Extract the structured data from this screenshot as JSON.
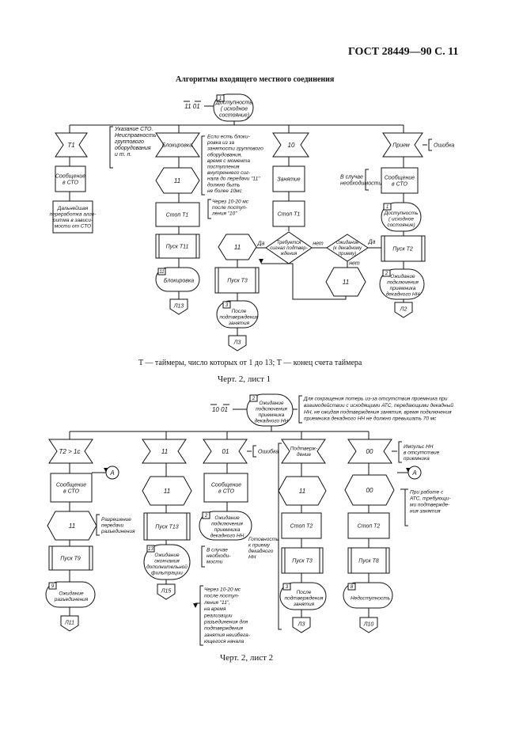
{
  "header": {
    "title": "ГОСТ 28449—90  С.  11",
    "section_title": "Алгоритмы входящего местного соединения",
    "legend_note_1": "T — таймеры, число которых от 1 до 13;",
    "legend_note_2": "T — конец счета таймера",
    "caption_sheet1": "Черт.  2, лист 1",
    "caption_sheet2": "Черт.  2, лист 2"
  },
  "sheet1": {
    "top_signals": "11  01",
    "state1_num": "1",
    "state1": [
      "Доступность",
      "( исходное",
      "состояние)"
    ],
    "col1_input": "T1",
    "col1_msg": [
      "Сообщение",
      "в СТО"
    ],
    "col1_task": [
      "Дальнейшая",
      "переработка алго-",
      "ритма в зависи-",
      "мости от СТО"
    ],
    "col1_note": [
      "Указание СТО.",
      "Неисправность",
      "группового",
      "оборудования",
      "и т. п."
    ],
    "col2_input": "Блокировка",
    "col2_out1": "11",
    "col2_stop": "Стоп Т1",
    "col2_start": "Пуск Т11",
    "col2_state_num": "11",
    "col2_state": "Блокировка",
    "col2_conn": "Л13",
    "col2_note": [
      "Если есть блоки-",
      "ровка из за",
      "занятости группового",
      "оборудования,",
      "время с момента",
      "поступления",
      "внутреннего сиг-",
      "нала до передачи \"11\"",
      "должно быть",
      "не более  10мс"
    ],
    "col2_note2": [
      "Через 10-20 мс",
      "после поступ-",
      "ления \"10\""
    ],
    "col3_input": "10",
    "col3_task": "Занятие",
    "col3_stop": "Стоп Т1",
    "dec1": [
      "Требуется",
      "сигнал подтвер-",
      "ждения"
    ],
    "dec1_yes": "Да",
    "dec1_no": "нет",
    "dec2": [
      "Ожидание",
      "(к декадному",
      "приему)"
    ],
    "dec2_yes": "Да",
    "dec2_no": "нет",
    "col3_out11a": "11",
    "col3_start": "Пуск Т3",
    "col3_state_num": "3",
    "col3_state": [
      "После",
      "подтверждения",
      "занятия"
    ],
    "col3_conn": "Л3",
    "col3_out11b": "11",
    "col4_input": "Прием",
    "col4_err": "Ошибка",
    "col4_msg": [
      "Сообщение",
      "в СТО"
    ],
    "col4_note": [
      "В случае",
      "необходимости"
    ],
    "col4_state1_num": "1",
    "col4_state1": [
      "Доступность",
      "( исходное",
      "состояние)"
    ],
    "col4_start": "Пуск Т2",
    "col4_state2_num": "2",
    "col4_state2": [
      "Ожидание",
      "подключения",
      "приемника",
      "декадного НН"
    ],
    "col4_conn": "Л2"
  },
  "sheet2": {
    "top_signals": "10  01",
    "state_num": "2",
    "state": [
      "Ожидание",
      "подключения",
      "приемника",
      "декадного НН"
    ],
    "top_note": [
      "Для сокращения потерь из-за отсутствия приемника при",
      "взаимодействии с исходящими АТС, передающими декадный",
      "НН, не ожидая подтверждения занятия, время подключения",
      "приемника декадного НН не должно превышать 70 мс"
    ],
    "c1_input": "T2 > 1c",
    "c1_msg": [
      "Сообщение",
      "в СТО"
    ],
    "c1_out": "11",
    "c1_note": [
      "Разрешение",
      "передачи",
      "разъединения"
    ],
    "c1_start": "Пуск Т9",
    "c1_state_num": "9",
    "c1_state": [
      "Ожидание",
      "разъединения"
    ],
    "c1_conn": "Л11",
    "c2_input": "11",
    "c2_out": "11",
    "c2_start": "Пуск Т13",
    "c2_state_num": "13",
    "c2_state": [
      "Ожидание",
      "окончания",
      "дополнительной",
      "фильтрации"
    ],
    "c2_conn": "Л15",
    "c3_input": "01",
    "c3_err": "Ошибка",
    "c3_msg": [
      "Сообщение",
      "в СТО"
    ],
    "c3_state_num": "2",
    "c3_state": [
      "Ожидание",
      "подключения",
      "приемника",
      "декадного НН"
    ],
    "c3_note1": [
      "В случае",
      "необходи-",
      "мости"
    ],
    "c3_note2": [
      "Через 10-20 мс",
      "после поступ-",
      "ления \"11\",",
      "на время",
      "реализации",
      "разъединения для",
      "подтверждения",
      "занятия неизбега-",
      "ющегося начала"
    ],
    "c4_input": [
      "Подтверж-",
      "дение"
    ],
    "c4_out": "11",
    "c4_stop": "Стоп Т2",
    "c4_start": "Пуск Т3",
    "c4_state_num": "3",
    "c4_state": [
      "После",
      "подтверждения",
      "занятия"
    ],
    "c4_conn": "Л3",
    "c4_note": [
      "Готовность",
      "к приему",
      "декадного",
      "НН"
    ],
    "c5_input": "00",
    "c5_note1": [
      "Импульс НН",
      "в отсутствие",
      "приемника"
    ],
    "c5_out": "00",
    "c5_stop": "Стоп Т2",
    "c5_start": "Пуск Т8",
    "c5_state_num": "8",
    "c5_state": "Недоступность",
    "c5_conn": "Л10",
    "c5_note2": [
      "При работе с",
      "АТС, требующи-",
      "ми подтвержде-",
      "ния занятия"
    ],
    "connector_a": "A"
  }
}
